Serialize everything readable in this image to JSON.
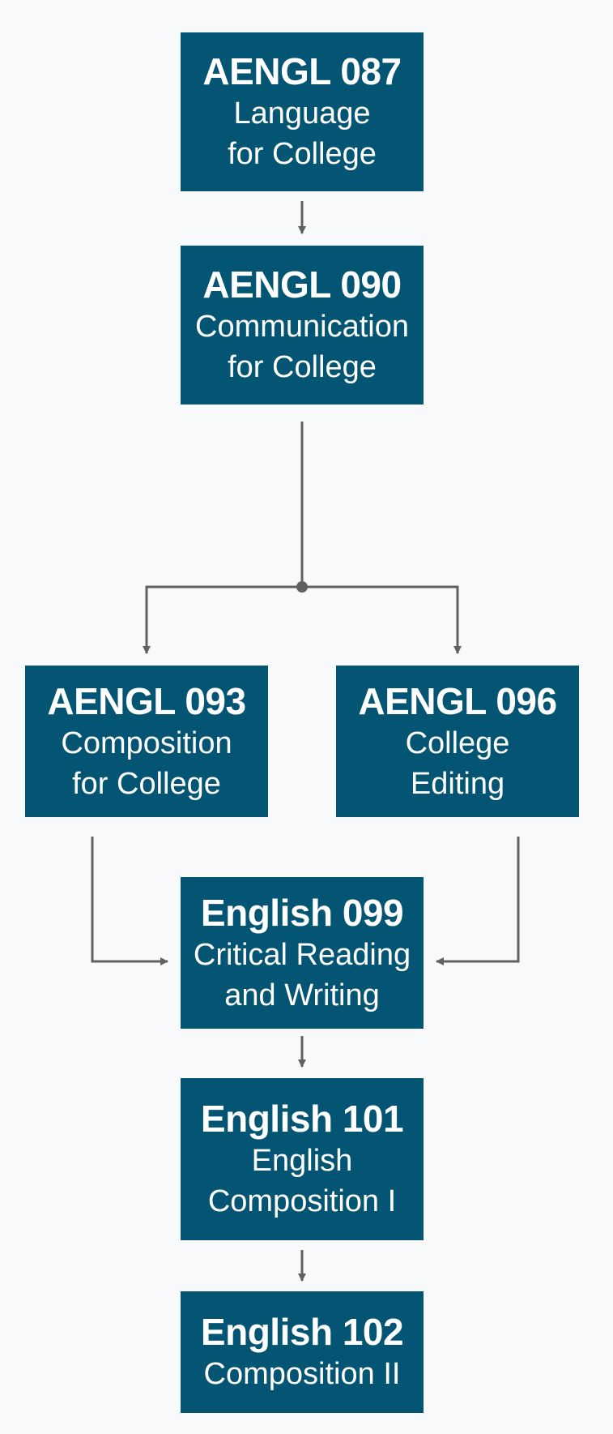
{
  "colors": {
    "background": "#f8f9fa",
    "node_fill": "#045574",
    "node_text": "#ffffff",
    "connector": "#5f6163"
  },
  "nodes": [
    {
      "id": "aengl087",
      "code": "AENGL 087",
      "title_lines": [
        "Language",
        "for College"
      ]
    },
    {
      "id": "aengl090",
      "code": "AENGL 090",
      "title_lines": [
        "Communication",
        "for College"
      ]
    },
    {
      "id": "aengl093",
      "code": "AENGL 093",
      "title_lines": [
        "Composition",
        "for College"
      ]
    },
    {
      "id": "aengl096",
      "code": "AENGL 096",
      "title_lines": [
        "College",
        "Editing"
      ]
    },
    {
      "id": "engl099",
      "code": "English 099",
      "title_lines": [
        "Critical Reading",
        "and Writing"
      ]
    },
    {
      "id": "engl101",
      "code": "English 101",
      "title_lines": [
        "English",
        "Composition I"
      ]
    },
    {
      "id": "engl102",
      "code": "English 102",
      "title_lines": [
        "Composition II"
      ]
    }
  ],
  "edges": [
    {
      "from": "aengl087",
      "to": "aengl090"
    },
    {
      "from": "aengl090",
      "to": "aengl093"
    },
    {
      "from": "aengl090",
      "to": "aengl096"
    },
    {
      "from": "aengl093",
      "to": "engl099"
    },
    {
      "from": "aengl096",
      "to": "engl099"
    },
    {
      "from": "engl099",
      "to": "engl101"
    },
    {
      "from": "engl101",
      "to": "engl102"
    }
  ]
}
